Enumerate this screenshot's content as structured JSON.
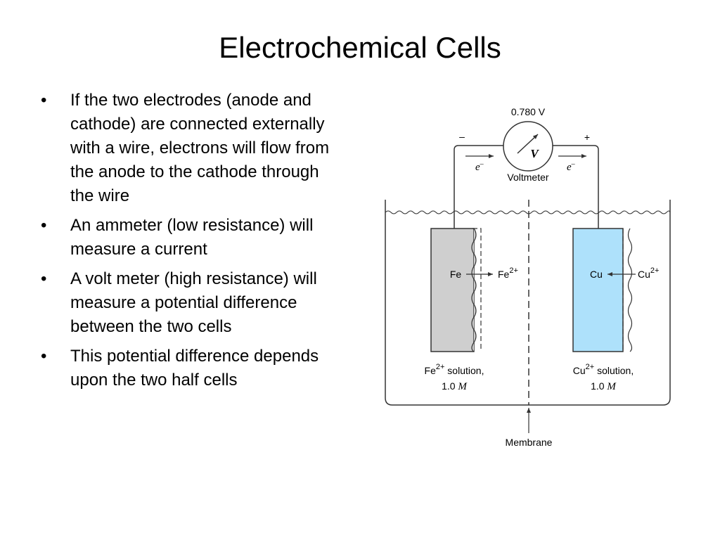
{
  "slide": {
    "title": "Electrochemical Cells",
    "bullet_glyph": "•",
    "bullets": [
      "If the two electrodes (anode and cathode) are connected externally with a wire, electrons will flow from the anode to the cathode through the wire",
      "An ammeter (low resistance) will measure a current",
      "A volt meter (high resistance) will measure a potential difference between the two cells",
      "This potential difference depends upon the two half cells"
    ]
  },
  "diagram": {
    "voltage": "0.780 V",
    "minus": "–",
    "plus": "+",
    "voltmeter_symbol": "V",
    "voltmeter_label": "Voltmeter",
    "electron_left": "e",
    "electron_right": "e",
    "electron_charge": "–",
    "left_metal": "Fe",
    "left_ion": "Fe",
    "left_ion_charge": "2+",
    "right_metal": "Cu",
    "right_ion": "Cu",
    "right_ion_charge": "2+",
    "left_solution_ion": "Fe",
    "left_solution_charge": "2+",
    "left_solution_text": " solution,",
    "left_conc_value": "1.0 ",
    "left_conc_unit": "M",
    "right_solution_ion": "Cu",
    "right_solution_charge": "2+",
    "right_solution_text": " solution,",
    "right_conc_value": "1.0 ",
    "right_conc_unit": "M",
    "membrane_label": "Membrane",
    "colors": {
      "fe_electrode": "#cfcfcf",
      "cu_electrode": "#aee1fb",
      "line": "#333333"
    }
  }
}
